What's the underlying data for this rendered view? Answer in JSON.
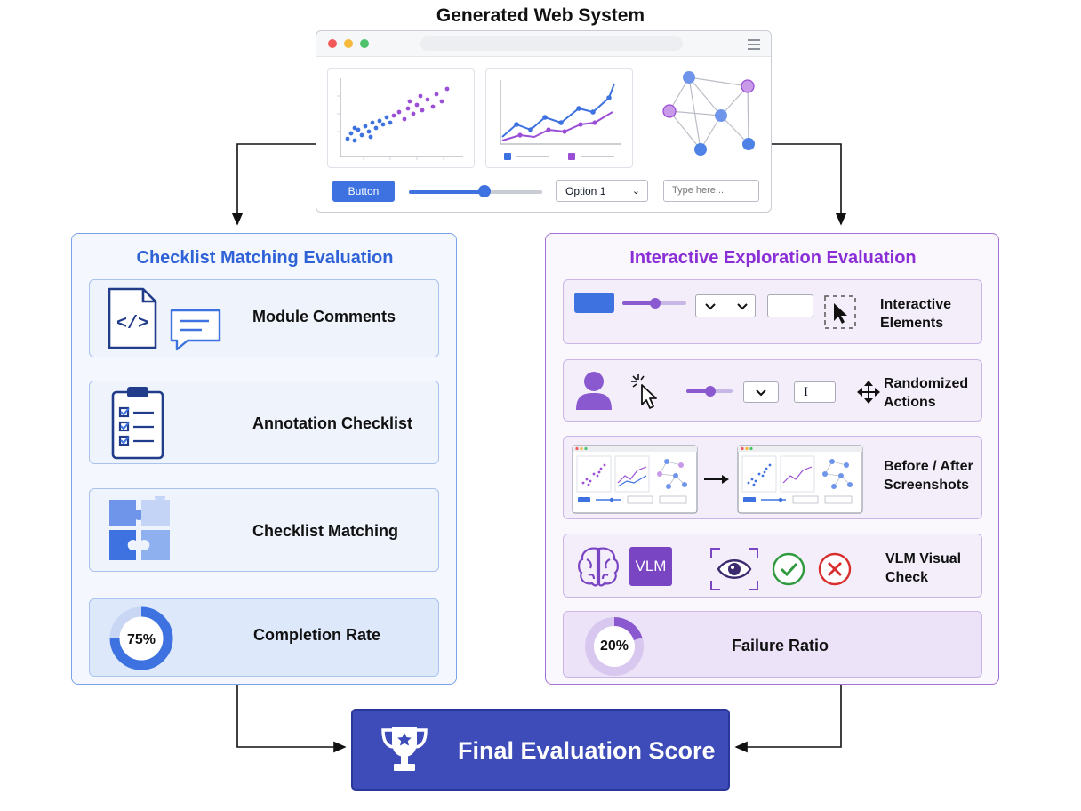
{
  "title": "Generated Web System",
  "browser": {
    "button_label": "Button",
    "select_value": "Option 1",
    "input_placeholder": "Type here...",
    "slider_value": 0.57,
    "window_dots": [
      "#f25a5a",
      "#f6b93b",
      "#4cc26a"
    ]
  },
  "left": {
    "title": "Checklist Matching Evaluation",
    "steps": [
      {
        "label": "Module Comments",
        "icon": "code-file-comment-icon"
      },
      {
        "label": "Annotation Checklist",
        "icon": "clipboard-checklist-icon"
      },
      {
        "label": "Checklist Matching",
        "icon": "puzzle-icon"
      },
      {
        "label": "Completion Rate",
        "icon": "donut-progress-icon",
        "percent_label": "75%",
        "percent": 75
      }
    ]
  },
  "right": {
    "title": "Interactive Exploration Evaluation",
    "steps": [
      {
        "label": "Interactive\nElements",
        "icon": "cursor-select-icon"
      },
      {
        "label": "Randomized\nActions",
        "icon": "user-click-icon"
      },
      {
        "label": "Before / After\nScreenshots",
        "icon": "screenshot-icon"
      },
      {
        "label": "VLM Visual\nCheck",
        "icon": "brain-eye-icon",
        "badge": "VLM"
      },
      {
        "label": "Failure Ratio",
        "icon": "donut-progress-icon",
        "percent_label": "20%",
        "percent": 20
      }
    ]
  },
  "final": {
    "label": "Final Evaluation Score",
    "icon": "trophy-icon"
  },
  "colors": {
    "blue": "#3d72e0",
    "purple": "#7a45c2",
    "final": "#3d4cb8",
    "left_title": "#2f62d6",
    "right_title": "#8a2fd6"
  }
}
